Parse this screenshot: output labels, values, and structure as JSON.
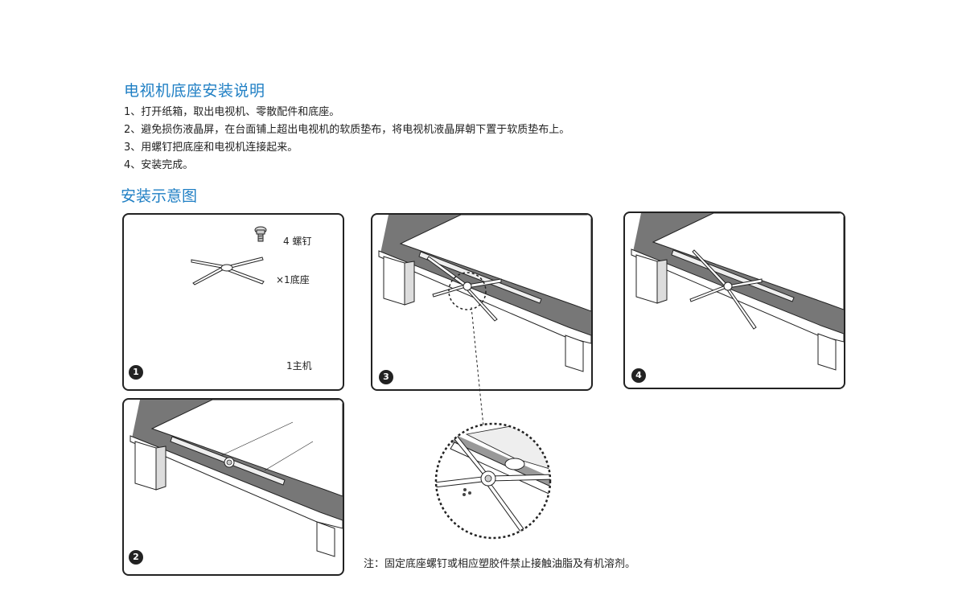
{
  "title": "电视机底座安装说明",
  "steps": [
    "1、打开纸箱，取出电视机、零散配件和底座。",
    "2、避免损伤液晶屏，在台面铺上超出电视机的软质垫布，将电视机液晶屏朝下置于软质垫布上。",
    "3、用螺钉把底座和电视机连接起来。",
    "4、安装完成。"
  ],
  "diagram_title": "安装示意图",
  "panel1": {
    "badge": "1",
    "screw_label": "4 螺钉",
    "base_label": "×1底座",
    "tv_label": "1主机"
  },
  "panel2": {
    "badge": "2"
  },
  "panel3": {
    "badge": "3"
  },
  "panel4": {
    "badge": "4"
  },
  "note": "注：固定底座螺钉或相应塑胶件禁止接触油脂及有机溶剂。",
  "colors": {
    "heading": "#1f7fc4",
    "table_top": "#777777",
    "outline": "#222222"
  }
}
